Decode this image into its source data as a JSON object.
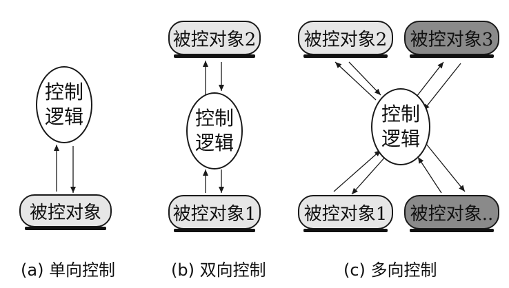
{
  "colors": {
    "light_fill": "#e6e6e6",
    "dark_fill": "#8a8a8a",
    "stroke": "#1a1a1a"
  },
  "panel_a": {
    "controller": {
      "line1": "控制",
      "line2": "逻辑"
    },
    "object": "被控对象",
    "caption": "(a) 单向控制"
  },
  "panel_b": {
    "object_top": "被控对象2",
    "controller": {
      "line1": "控制",
      "line2": "逻辑"
    },
    "object_bottom": "被控对象1",
    "caption": "(b) 双向控制"
  },
  "panel_c": {
    "object_tl": "被控对象2",
    "object_tr": "被控对象3",
    "controller": {
      "line1": "控制",
      "line2": "逻辑"
    },
    "object_bl": "被控对象1",
    "object_br": "被控对象..",
    "caption": "(c) 多向控制"
  }
}
